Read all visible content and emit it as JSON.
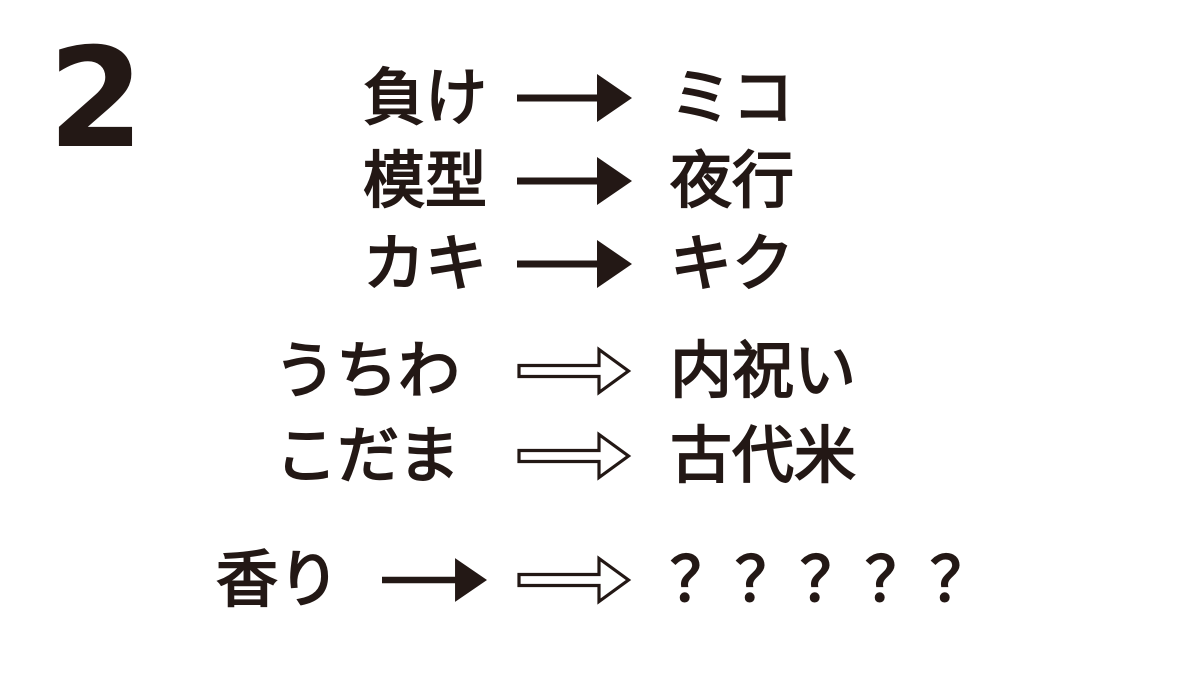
{
  "page": {
    "background": "#ffffff",
    "ink_color": "#231815"
  },
  "badge": {
    "number": "2"
  },
  "puzzle": {
    "rows": [
      {
        "left": "負け",
        "arrow": "solid-right-arrow",
        "right": "ミコ"
      },
      {
        "left": "模型",
        "arrow": "solid-right-arrow",
        "right": "夜行"
      },
      {
        "left": "カキ",
        "arrow": "solid-right-arrow",
        "right": "キク"
      },
      {
        "left": "うちわ",
        "arrow": "outline-right-arrow",
        "right": "内祝い"
      },
      {
        "left": "こだま",
        "arrow": "outline-right-arrow",
        "right": "古代米"
      },
      {
        "left": "香り",
        "arrow": "solid-then-outline-right-arrow",
        "right": "？？？？？"
      }
    ]
  }
}
